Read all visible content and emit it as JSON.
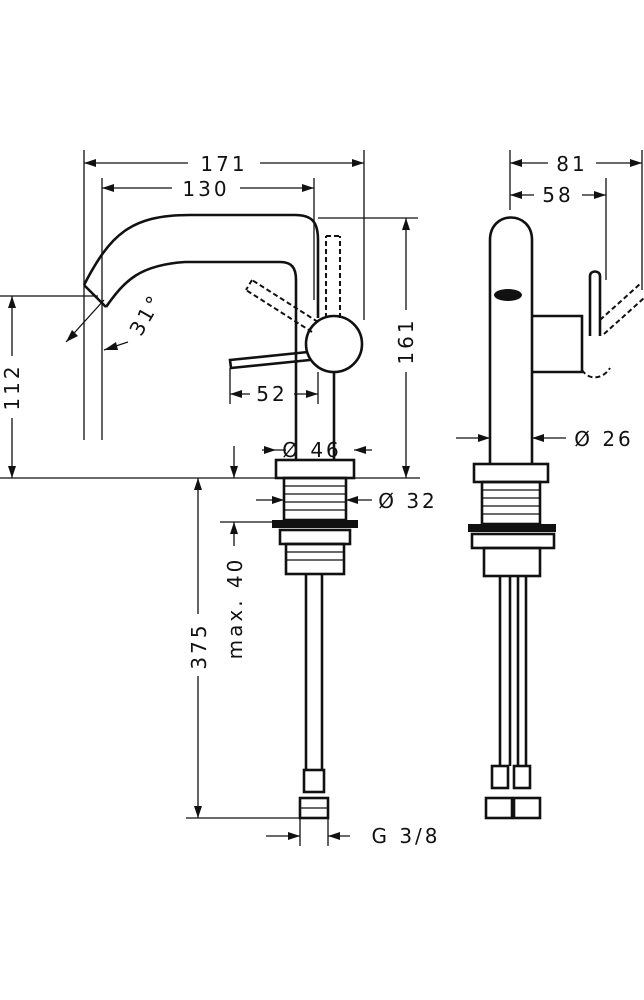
{
  "dimensions": {
    "overall_width": "171",
    "spout_reach": "130",
    "lever_offset": "52",
    "spout_height": "112",
    "total_height": "161",
    "spout_angle": "31°",
    "base_diameter": "Ø 46",
    "thread_diameter": "Ø 32",
    "max_thickness": "max. 40",
    "hose_length": "375",
    "connection": "G 3/8",
    "side_depth": "81",
    "side_lever_depth": "58",
    "body_diameter": "Ø 26"
  },
  "colors": {
    "line": "#111111",
    "background": "#ffffff"
  }
}
